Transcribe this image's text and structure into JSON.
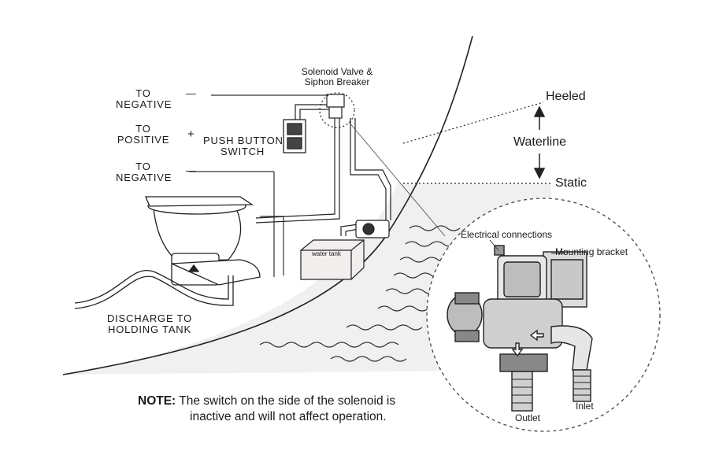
{
  "labels": {
    "to_negative_1": "TO\nNEGATIVE",
    "to_positive": "TO\nPOSITIVE",
    "to_negative_2": "TO\nNEGATIVE",
    "minus_1": "—",
    "plus": "+",
    "minus_2": "—",
    "push_button_switch": "PUSH BUTTON\nSWITCH",
    "solenoid_valve": "Solenoid Valve &\nSiphon Breaker",
    "water_tank": "water tank",
    "discharge": "DISCHARGE TO\nHOLDING TANK",
    "heeled": "Heeled",
    "waterline": "Waterline",
    "static": "Static",
    "electrical_connections": "Electrical connections",
    "mounting_bracket": "Mounting bracket",
    "outlet": "Outlet",
    "inlet": "Inlet"
  },
  "note": {
    "prefix": "NOTE:",
    "line1": "The switch on the side of the solenoid is",
    "line2": "inactive and will not affect operation."
  },
  "colors": {
    "line": "#2a2a2a",
    "water": "#d9d9d9",
    "bg": "#ffffff"
  }
}
